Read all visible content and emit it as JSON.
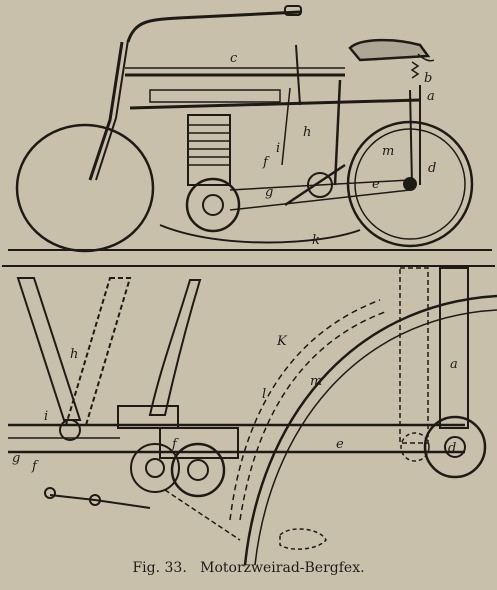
{
  "figure": {
    "caption_number": "Fig. 33.",
    "caption_title": "Motorzweirad-Bergfex.",
    "top_labels": [
      "c",
      "b",
      "a",
      "h",
      "i",
      "m",
      "f",
      "g",
      "d",
      "e",
      "k"
    ],
    "bottom_labels": [
      "K",
      "a",
      "m",
      "l",
      "h",
      "i",
      "f",
      "e",
      "d",
      "g",
      "f"
    ]
  },
  "colors": {
    "paper": "#c9c1ad",
    "ink": "#1e1b16"
  }
}
